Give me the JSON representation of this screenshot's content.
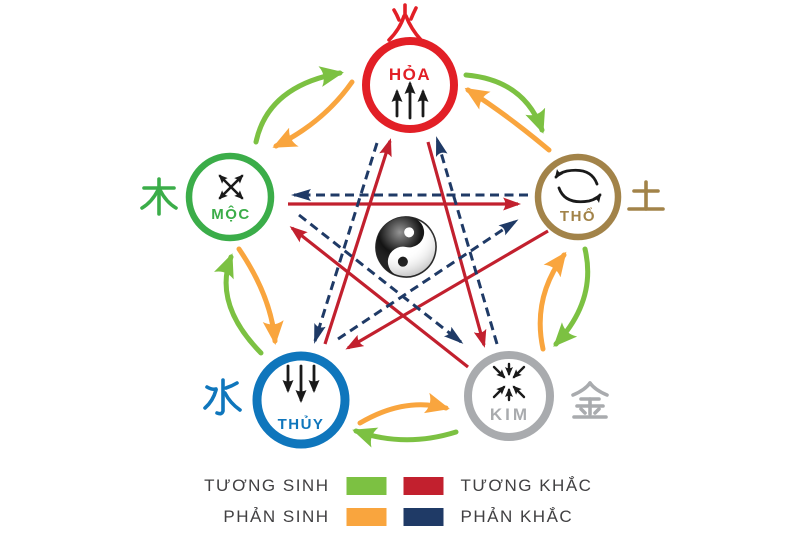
{
  "colors": {
    "fire": "#E21F26",
    "earth": "#A28349",
    "metal": "#A9ABAE",
    "water": "#0F76BC",
    "wood": "#3BAD49",
    "sinh": "#7CC142",
    "phan_sinh": "#F9A53E",
    "khac": "#C2202E",
    "phan_khac": "#1F3A66",
    "legend_text": "#414042",
    "icon": "#1A1A1A"
  },
  "elements": [
    {
      "name": "HỎA",
      "hanzi": "火",
      "element": "fire"
    },
    {
      "name": "THỔ",
      "hanzi": "土",
      "element": "earth"
    },
    {
      "name": "KIM",
      "hanzi": "金",
      "element": "metal"
    },
    {
      "name": "THỦY",
      "hanzi": "水",
      "element": "water"
    },
    {
      "name": "MỘC",
      "hanzi": "木",
      "element": "wood"
    }
  ],
  "center": {
    "symbol": "yin-yang"
  },
  "legend": {
    "rows": [
      {
        "left": "TƯƠNG SINH",
        "right": "TƯƠNG KHẮC"
      },
      {
        "left": "PHẢN SINH",
        "right": "PHẢN KHẮC"
      }
    ]
  },
  "relationships": {
    "tuong_sinh": [
      "MỘC→HỎA",
      "HỎA→THỔ",
      "THỔ→KIM",
      "KIM→THỦY",
      "THỦY→MỘC"
    ],
    "phan_sinh": [
      "HỎA→MỘC",
      "THỔ→HỎA",
      "KIM→THỔ",
      "THỦY→KIM",
      "MỘC→THỦY"
    ],
    "tuong_khac": [
      "MỘC→THỔ",
      "THỔ→THỦY",
      "THỦY→HỎA",
      "HỎA→KIM",
      "KIM→MỘC"
    ],
    "phan_khac": [
      "THỔ→MỘC",
      "THỦY→THỔ",
      "HỎA→THỦY",
      "KIM→HỎA",
      "MỘC→KIM"
    ]
  }
}
